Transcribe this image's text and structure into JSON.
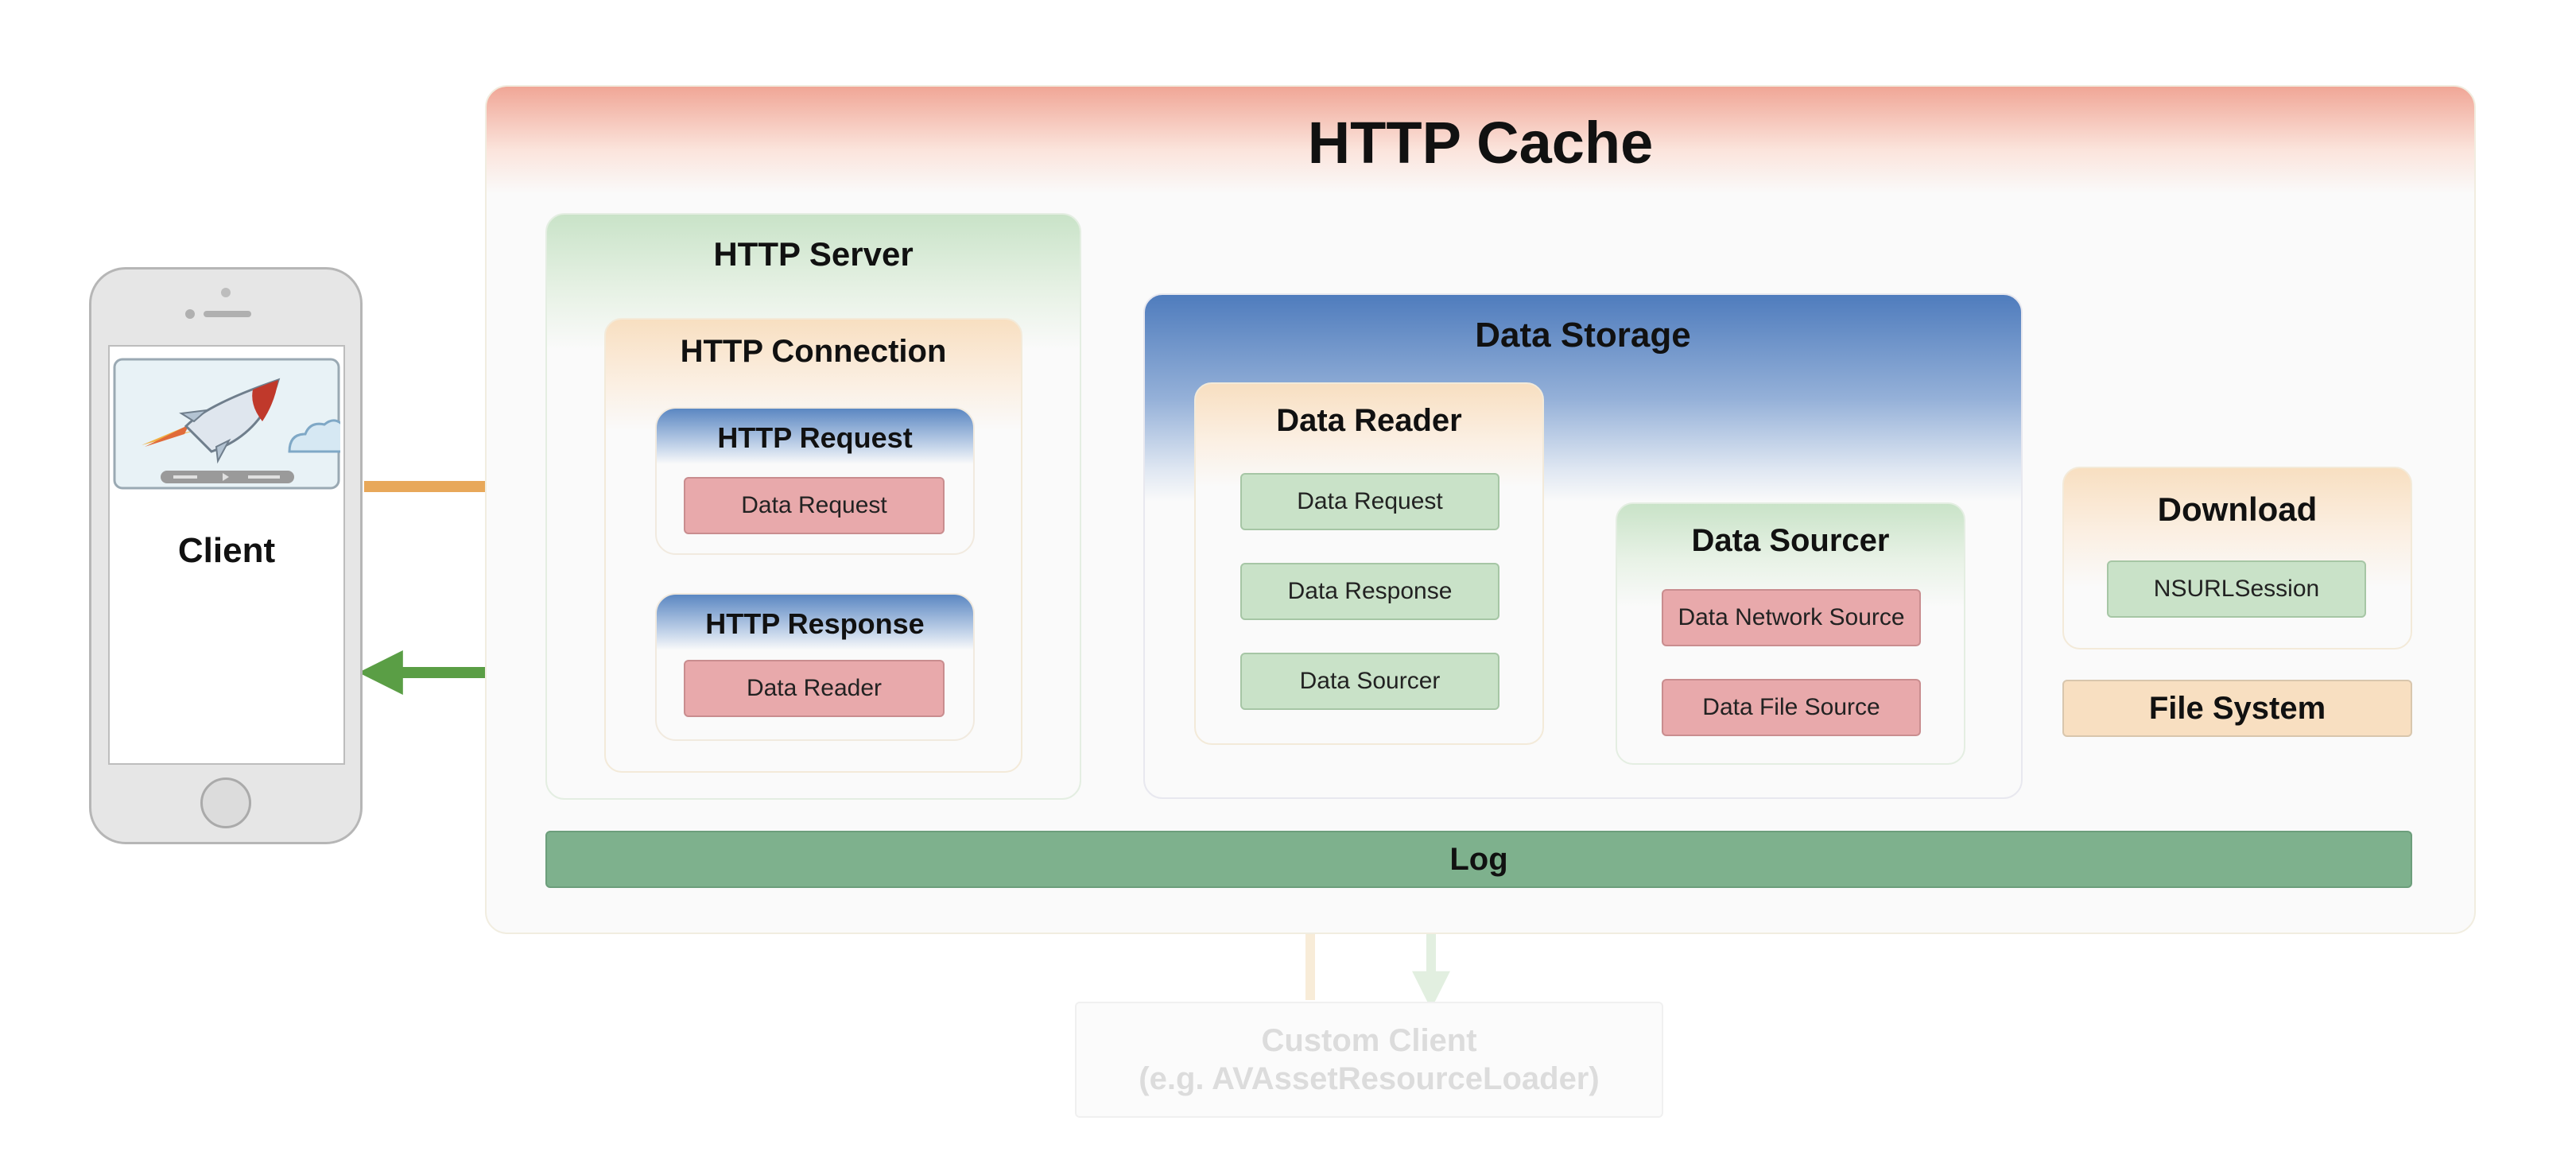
{
  "client": {
    "label": "Client"
  },
  "cache": {
    "title": "HTTP Cache"
  },
  "server": {
    "title": "HTTP Server",
    "connection": {
      "title": "HTTP Connection",
      "request": {
        "title": "HTTP Request",
        "item": "Data Request"
      },
      "response": {
        "title": "HTTP Response",
        "item": "Data Reader"
      }
    }
  },
  "storage": {
    "title": "Data Storage",
    "reader": {
      "title": "Data Reader",
      "items": [
        "Data Request",
        "Data Response",
        "Data Sourcer"
      ]
    },
    "sourcer": {
      "title": "Data Sourcer",
      "items": [
        "Data Network Source",
        "Data File Source"
      ]
    }
  },
  "download": {
    "title": "Download",
    "item": "NSURLSession"
  },
  "file_system": {
    "label": "File System"
  },
  "log": {
    "label": "Log"
  },
  "custom_client": {
    "line1": "Custom Client",
    "line2": "(e.g. AVAssetResourceLoader)"
  },
  "colors": {
    "request_arrow": "#e8a85a",
    "response_arrow": "#5a9e45",
    "source_arrow": "#4f7cbd",
    "log_bar": "#7eb18d",
    "red_box": "#e8a9ab",
    "green_box": "#c9e2c8"
  }
}
